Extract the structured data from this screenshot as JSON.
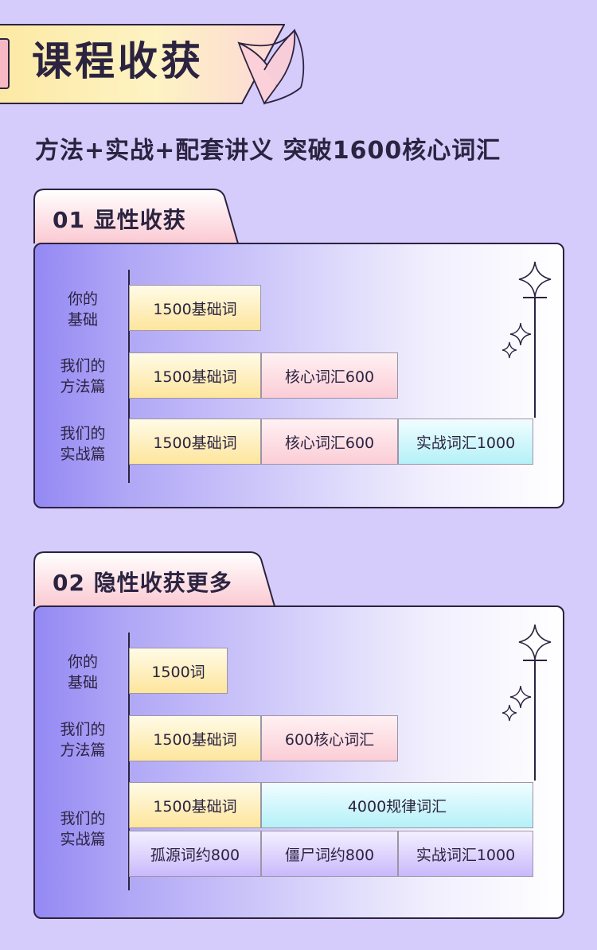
{
  "banner": {
    "title": "课程收获"
  },
  "subtitle": "方法+实战+配套讲义 突破1600核心词汇",
  "sections": [
    {
      "tab_label": "01 显性收获",
      "rows": [
        {
          "label_line1": "你的",
          "label_line2": "基础",
          "cells": [
            "1500基础词"
          ]
        },
        {
          "label_line1": "我们的",
          "label_line2": "方法篇",
          "cells": [
            "1500基础词",
            "核心词汇600"
          ]
        },
        {
          "label_line1": "我们的",
          "label_line2": "实战篇",
          "cells": [
            "1500基础词",
            "核心词汇600",
            "实战词汇1000"
          ]
        }
      ]
    },
    {
      "tab_label": "02 隐性收获更多",
      "rows": [
        {
          "label_line1": "你的",
          "label_line2": "基础",
          "cells": [
            "1500词"
          ]
        },
        {
          "label_line1": "我们的",
          "label_line2": "方法篇",
          "cells": [
            "1500基础词",
            "600核心词汇"
          ]
        },
        {
          "label_line1": "我们的",
          "label_line2": "实战篇",
          "cells": [
            "1500基础词",
            "4000规律词汇",
            "孤源词约800",
            "僵尸词约800",
            "实战词汇1000"
          ]
        }
      ]
    }
  ],
  "colors": {
    "background": "#d6ccfb",
    "ink": "#2b2340",
    "yellow": "#fde59c",
    "pink": "#fbcdd6",
    "cyan": "#b4f1f8",
    "lavender": "#c9b9fb",
    "card_left": "#9489f3"
  },
  "icons": [
    "sparkle-icon",
    "ribbon-icon"
  ]
}
